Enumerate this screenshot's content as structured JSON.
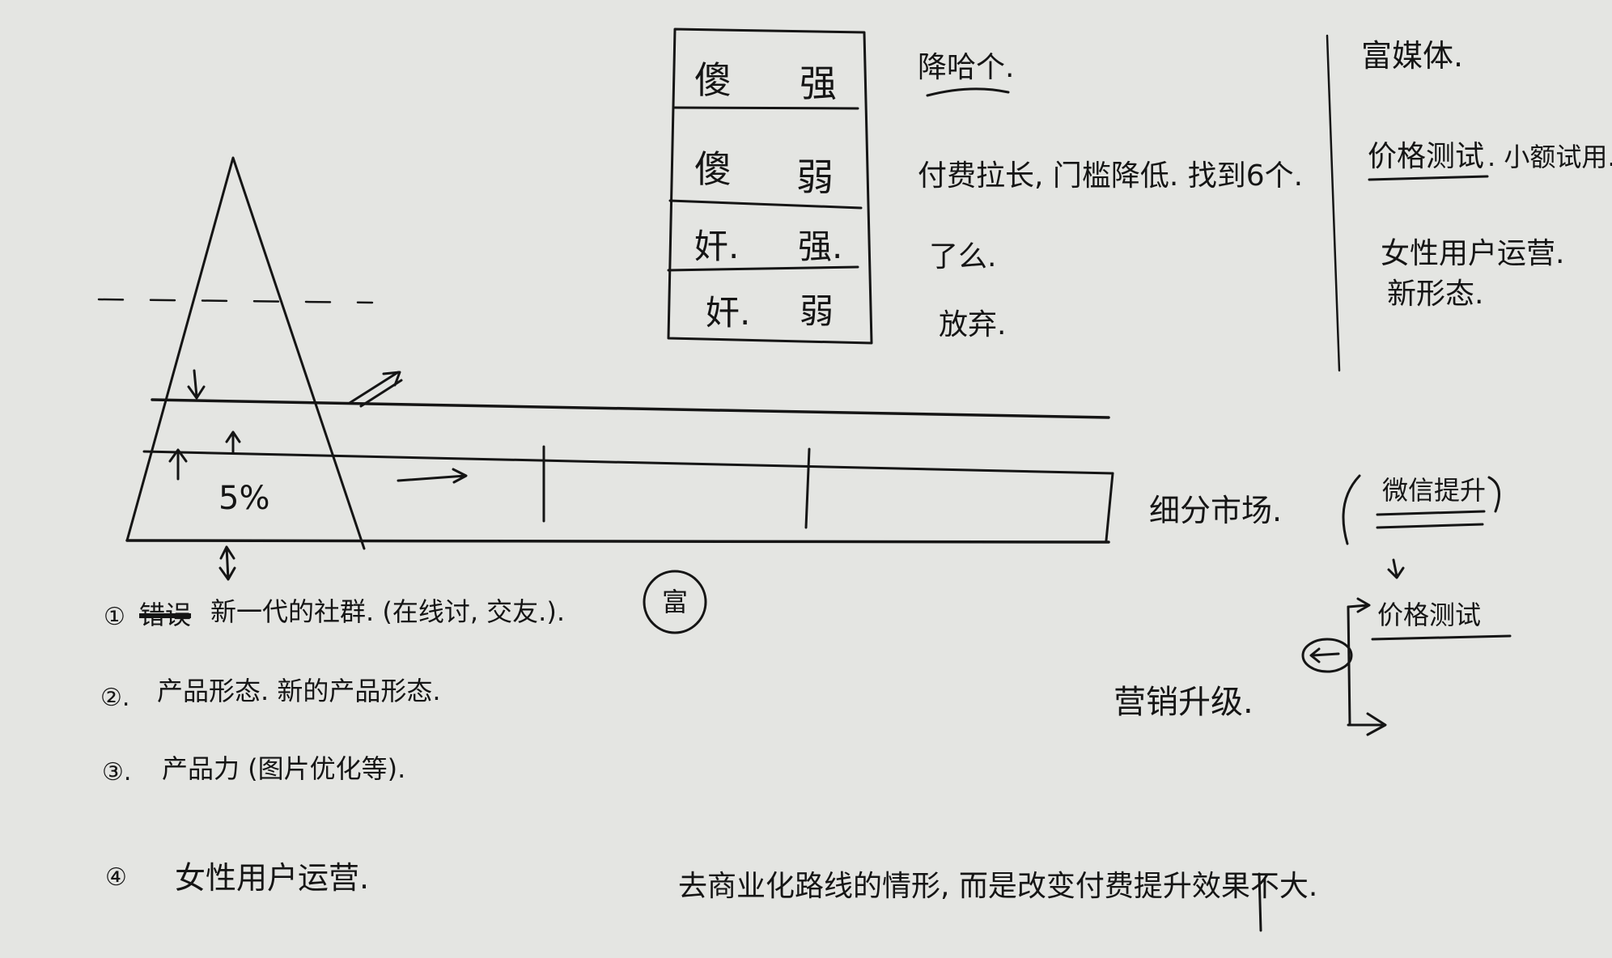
{
  "table": {
    "rows": [
      {
        "left": "傻",
        "right": "强"
      },
      {
        "left": "傻",
        "right": "弱"
      },
      {
        "left": "奸.",
        "right": "强."
      },
      {
        "left": "奸.",
        "right": "弱"
      }
    ]
  },
  "table_notes": {
    "title": "降哈个.",
    "lines": [
      "付费拉长, 门槛降低. 找到6个.",
      "了么.",
      "放弃."
    ]
  },
  "right_column": {
    "title": "富媒体.",
    "line1_underlined": "价格测试",
    "line1_rest": ". 小额试用.",
    "line2": "女性用户运营.",
    "line3": "新形态."
  },
  "pyramid": {
    "percent_label": "5%"
  },
  "band_label": "细分市场.",
  "flow": {
    "top": "微信提升",
    "bottom": "价格测试",
    "left": "营销升级."
  },
  "list": [
    {
      "marker": "①",
      "struck": "错误",
      "text": "新一代的社群. (在线讨, 交友.)."
    },
    {
      "marker": "②.",
      "text": "产品形态. 新的产品形态."
    },
    {
      "marker": "③.",
      "text": "产品力 (图片优化等)."
    },
    {
      "marker": "④",
      "text": "女性用户运营."
    }
  ],
  "circled_char": "富",
  "bottom_note": "去商业化路线的情形, 而是改变付费提升效果不大."
}
